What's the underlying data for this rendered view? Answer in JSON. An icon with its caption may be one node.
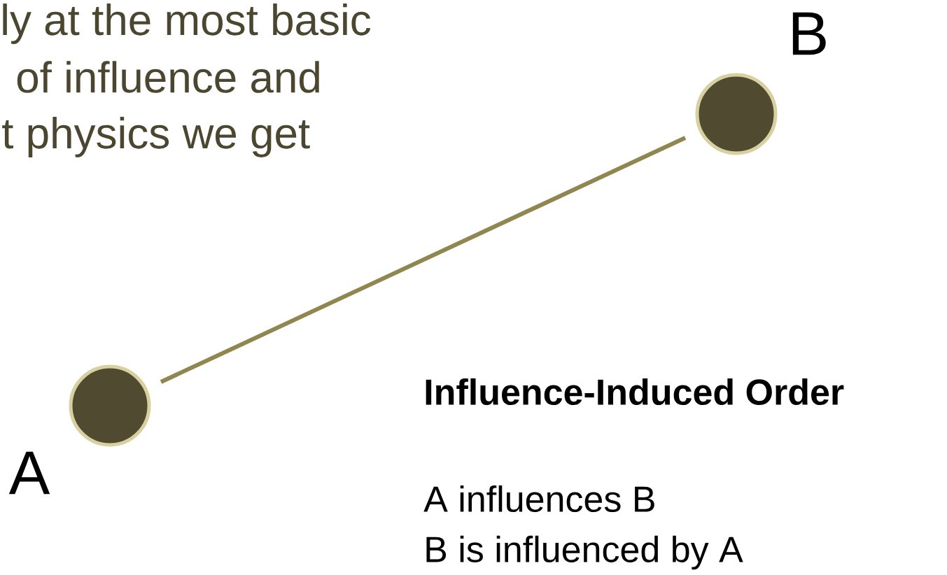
{
  "diagram": {
    "nodes": [
      {
        "text": [],
        "shape": "circle",
        "beside": [
          "A"
        ]
      },
      {
        "text": [],
        "shape": "circle",
        "beside": [
          "B"
        ]
      }
    ],
    "edges": [
      {
        "from": 0,
        "to": 1,
        "arrow": "none"
      }
    ],
    "labels": [
      "ly at the most basic",
      "of influence and",
      "t physics we get",
      "Influence-Induced Order",
      "A influences B",
      "B is influenced by A"
    ]
  }
}
